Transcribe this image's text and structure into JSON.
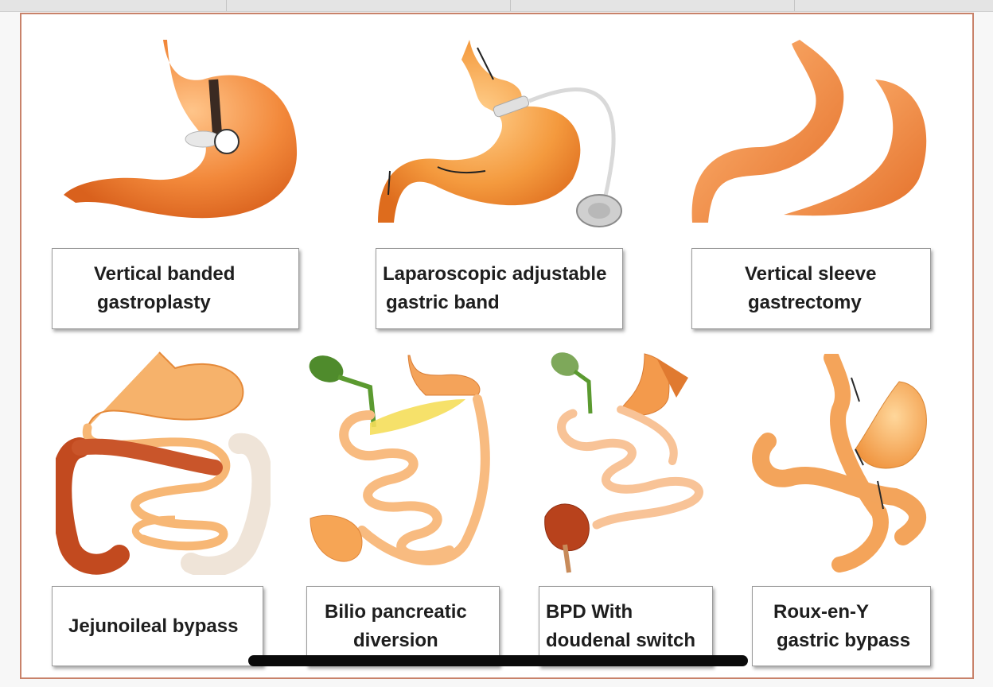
{
  "panels": [
    {
      "id": "vbg",
      "lines": [
        "Vertical banded",
        "gastroplasty"
      ]
    },
    {
      "id": "lagb",
      "lines": [
        "Laparoscopic adjustable",
        "gastric band"
      ]
    },
    {
      "id": "vsg",
      "lines": [
        "Vertical sleeve",
        "gastrectomy"
      ]
    },
    {
      "id": "jib",
      "lines": [
        "Jejunoileal bypass"
      ]
    },
    {
      "id": "bpd",
      "lines": [
        "Bilio pancreatic",
        "diversion"
      ]
    },
    {
      "id": "bpdds",
      "lines": [
        "BPD With",
        "doudenal switch"
      ]
    },
    {
      "id": "ryg",
      "lines": [
        "Roux-en-Y",
        "gastric bypass"
      ]
    }
  ],
  "colors": {
    "stomach": "#f08a3c",
    "intestine_light": "#f6b27a",
    "colon": "#c2461e",
    "gallbladder": "#4d8a2a",
    "pancreas": "#f3e06a",
    "frame_border": "#c8826a"
  }
}
